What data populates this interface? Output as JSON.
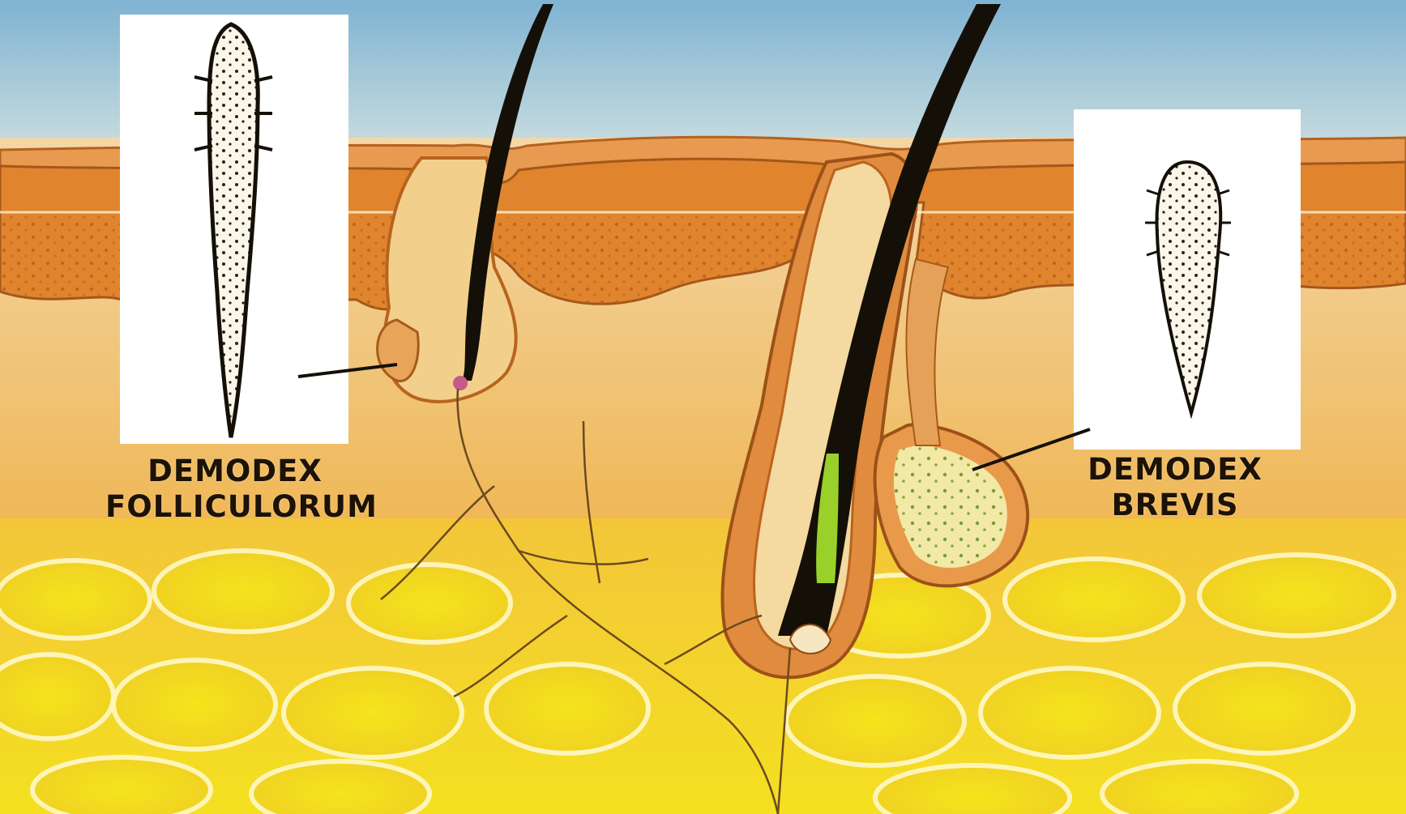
{
  "labels": {
    "folliculorum": {
      "line1": "DEMODEX",
      "line2": "FOLLICULORUM"
    },
    "brevis": {
      "line1": "DEMODEX",
      "line2": "BREVIS"
    }
  },
  "colors": {
    "sky": "#9cc4da",
    "epidermis": "#e08a3a",
    "dermis": "#f2c27a",
    "fat": "#f3dd2a",
    "hair": "#141008",
    "panel": "#ffffff"
  }
}
